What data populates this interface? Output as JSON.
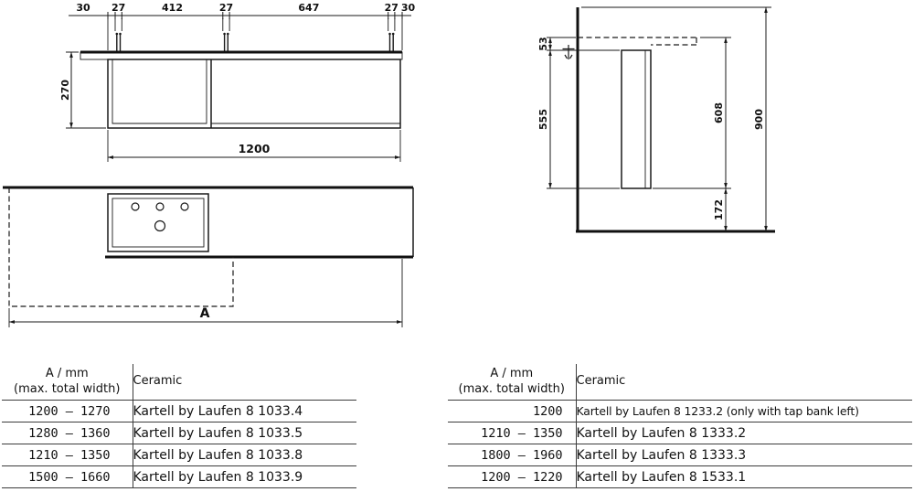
{
  "front_view": {
    "top_dims": [
      "30",
      "27",
      "412",
      "27",
      "647",
      "27",
      "30"
    ],
    "height_dim": "270",
    "width_dim": "1200"
  },
  "plan_view": {
    "total_width_label": "A"
  },
  "side_view": {
    "top_offset_dim": "53",
    "cabinet_height_dim": "555",
    "worktop_height_dim": "608",
    "total_height_dim": "900",
    "floor_clearance_dim": "172"
  },
  "tables": {
    "left": {
      "header": {
        "width_line1": "A / mm",
        "width_line2": "(max. total width)",
        "ceramic": "Ceramic"
      },
      "rows": [
        {
          "width": "1200 – 1270",
          "ceramic": "Kartell by Laufen 8 1033.4"
        },
        {
          "width": "1280 – 1360",
          "ceramic": "Kartell by Laufen 8 1033.5"
        },
        {
          "width": "1210 – 1350",
          "ceramic": "Kartell by Laufen 8 1033.8"
        },
        {
          "width": "1500 – 1660",
          "ceramic": "Kartell by Laufen 8 1033.9"
        }
      ]
    },
    "right": {
      "header": {
        "width_line1": "A / mm",
        "width_line2": "(max. total width)",
        "ceramic": "Ceramic"
      },
      "rows": [
        {
          "width": "1200",
          "ceramic": "Kartell by Laufen 8 1233.2 (only with tap bank left)"
        },
        {
          "width": "1210 – 1350",
          "ceramic": "Kartell by Laufen 8 1333.2"
        },
        {
          "width": "1800 – 1960",
          "ceramic": "Kartell by Laufen 8 1333.3"
        },
        {
          "width": "1200 – 1220",
          "ceramic": "Kartell by Laufen 8 1533.1"
        }
      ]
    }
  }
}
